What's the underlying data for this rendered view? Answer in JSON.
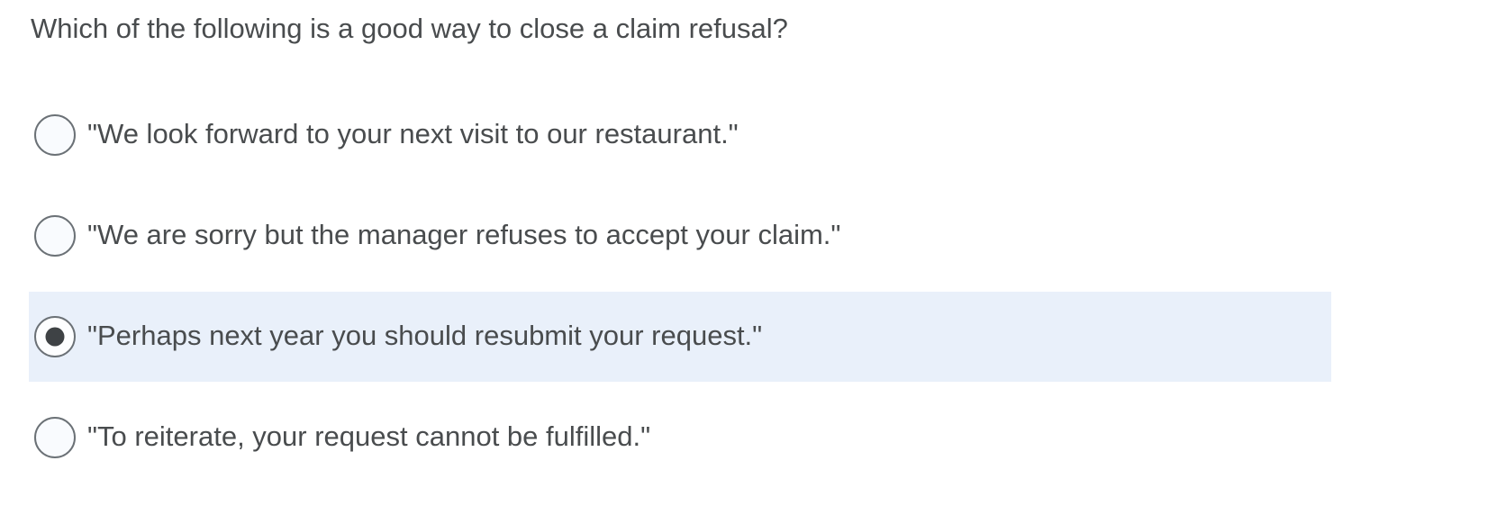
{
  "question": {
    "text": "Which of the following is a good way to close a claim refusal?"
  },
  "options": [
    {
      "label": "\"We look forward to your next visit to our restaurant.\"",
      "selected": false
    },
    {
      "label": "\"We are sorry but the manager refuses to accept your claim.\"",
      "selected": false
    },
    {
      "label": "\"Perhaps next year you should resubmit your request.\"",
      "selected": true
    },
    {
      "label": "\"To reiterate, your request cannot be fulfilled.\"",
      "selected": false
    }
  ],
  "colors": {
    "text": "#494c4e",
    "selected_option_bg": "#e9f0fa",
    "radio_border": "#6b7176",
    "radio_fill": "#f9fbfe",
    "radio_dot": "#3e4245"
  }
}
